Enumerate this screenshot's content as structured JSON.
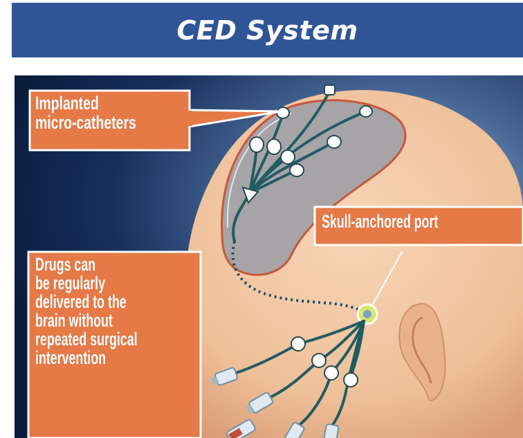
{
  "title": "CED System",
  "colors": {
    "title_bar": "#2f5597",
    "callout_orange": "#e67a47",
    "callout_border": "#ffffff",
    "background_navy": "#0d2247",
    "skin": "#f0c4a0",
    "brain_zone": "#a6a4a7",
    "catheter": "#1f5c63",
    "port": "#d8e86a"
  },
  "labels": {
    "catheters": [
      "Implanted",
      "micro-catheters"
    ],
    "port": "Skull-anchored port",
    "drugs": [
      "Drugs can",
      "be regularly",
      "delivered to the",
      "brain without",
      "repeated surgical",
      "intervention"
    ]
  },
  "icons": {
    "catheter_node": "white-node-icon",
    "port": "port-icon",
    "syringe": "syringe-icon"
  }
}
